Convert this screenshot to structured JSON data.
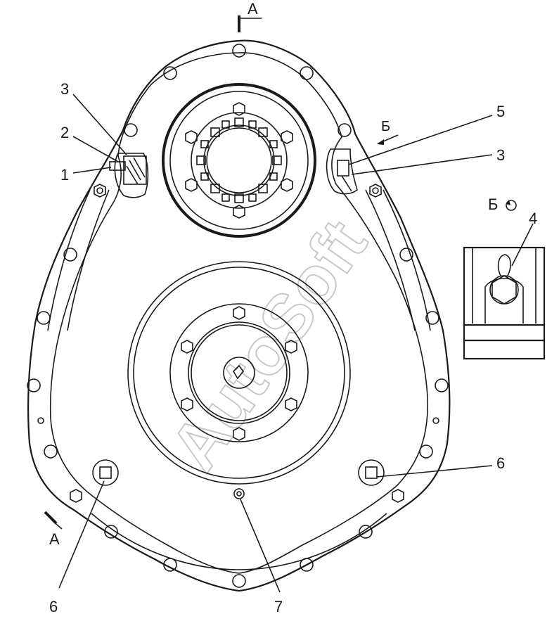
{
  "drawing": {
    "section_label": "А",
    "view_label": "Б",
    "view_symbol": "Б",
    "watermark": "AutoSoft",
    "callouts": {
      "c1": "1",
      "c2": "2",
      "c3_left": "3",
      "c3_right": "3",
      "c4": "4",
      "c5": "5",
      "c6_right": "6",
      "c6_left": "6",
      "c7": "7"
    }
  }
}
